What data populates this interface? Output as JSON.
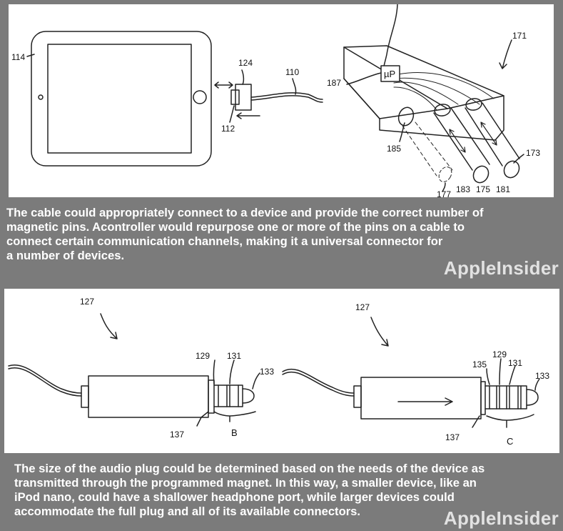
{
  "top_figure": {
    "labels": {
      "tablet": "114",
      "plug": "124",
      "cable": "110",
      "pin": "112",
      "connector": "171",
      "controller": "187",
      "controller_chip": "µP",
      "socket": "185",
      "pin_a": "183",
      "pin_b": "175",
      "pin_c": "181",
      "pin_d": "173",
      "dashed_pin": "177"
    }
  },
  "caption_top": {
    "lines": [
      "The cable could appropriately connect to a device and provide the correct number of",
      "magnetic pins. Acontroller would repurpose one or more of the pins on a cable to",
      "connect certain communication channels, making it a universal connector for",
      "a number of devices."
    ],
    "watermark": "AppleInsider"
  },
  "bottom_figure": {
    "left_plug": {
      "ref": "127",
      "ring1": "129",
      "ring2": "131",
      "tip": "133",
      "body": "137",
      "bracket": "B"
    },
    "right_plug": {
      "ref": "127",
      "ring0": "135",
      "ring1": "129",
      "ring2": "131",
      "tip": "133",
      "body": "137",
      "bracket": "C"
    }
  },
  "caption_bottom": {
    "lines": [
      "The size of the audio plug could be determined based on the needs of the device as",
      "transmitted through the programmed magnet. In this way, a smaller device, like an",
      "iPod nano, could have a shallower headphone port, while larger devices could",
      "accommodate the full plug and all of its available connectors."
    ],
    "watermark": "AppleInsider"
  }
}
